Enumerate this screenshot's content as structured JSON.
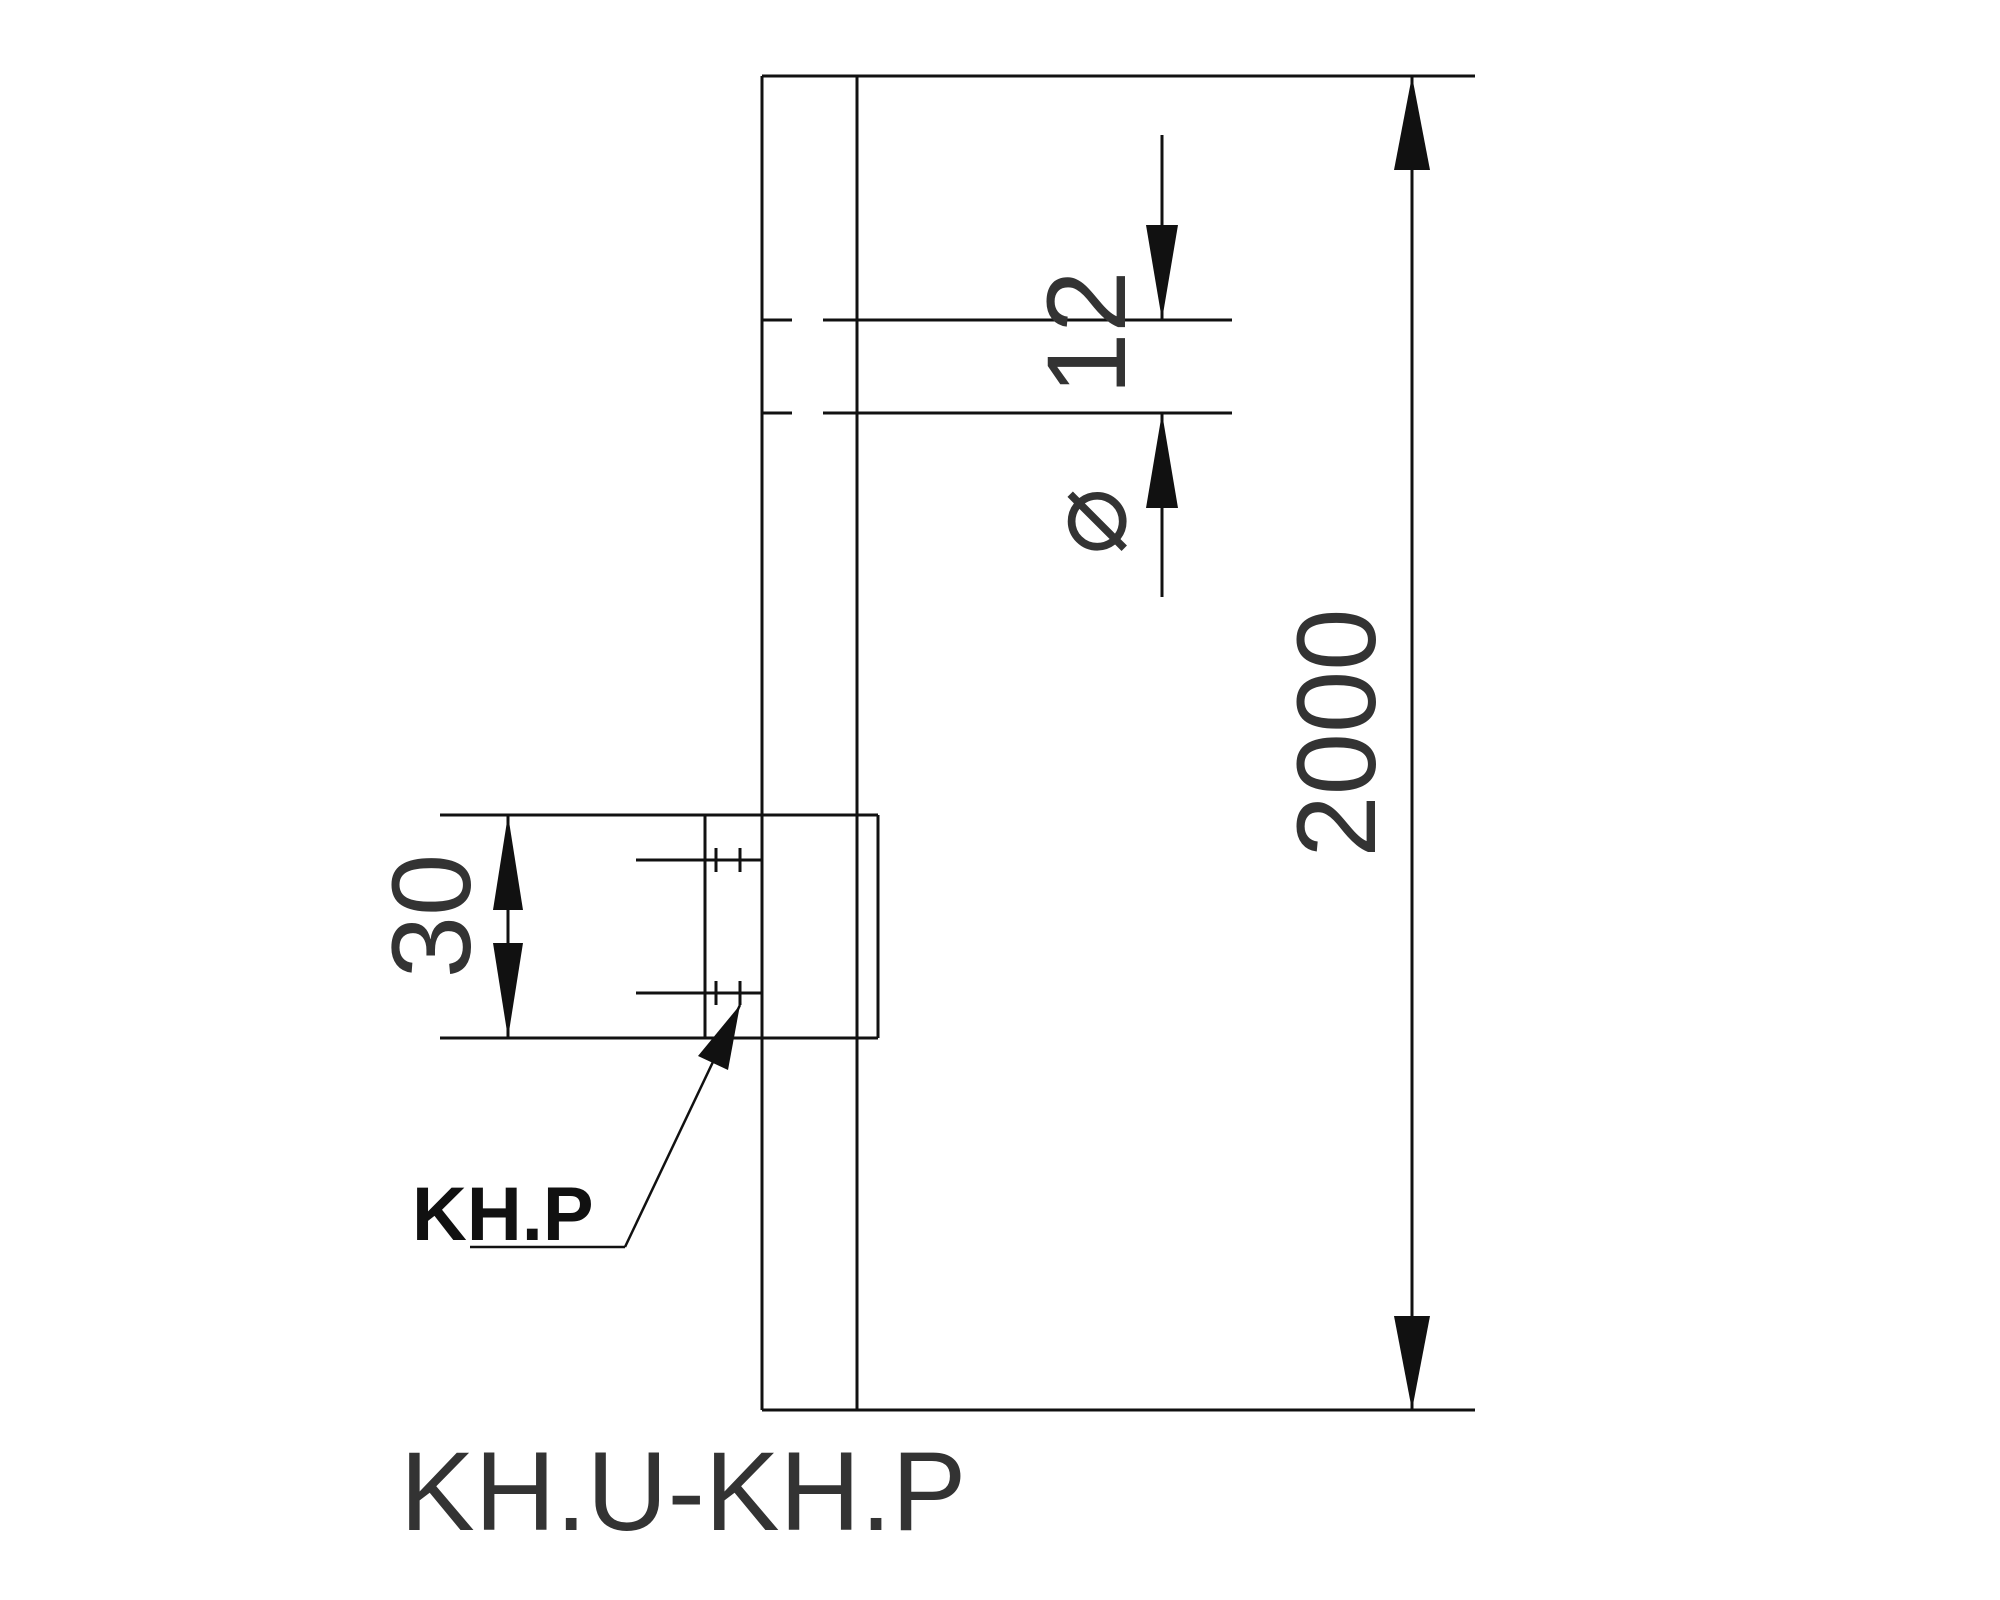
{
  "drawing": {
    "title": "KH.U-KH.P",
    "dimensions": {
      "overall_height": "2000",
      "hole_diameter": "12",
      "hole_diameter_symbol": "⌀",
      "block_height": "30"
    },
    "callout": {
      "label": "KH.P"
    }
  }
}
